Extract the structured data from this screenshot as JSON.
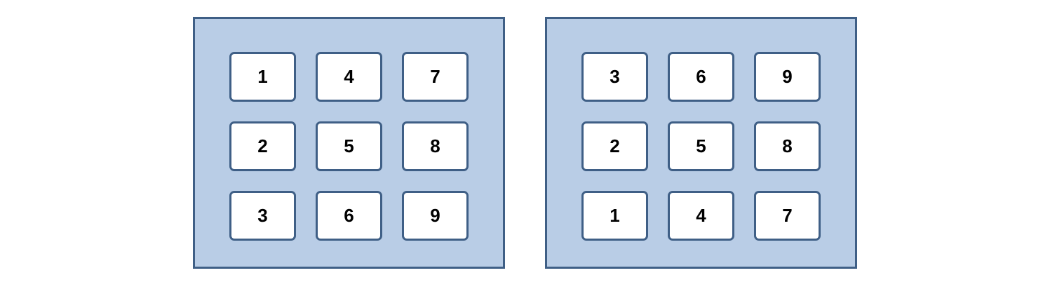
{
  "colors": {
    "panel_fill": "#b9cde6",
    "border": "#3f5f86",
    "key_fill": "#ffffff",
    "text": "#000000"
  },
  "panels": [
    {
      "rows": [
        [
          "1",
          "4",
          "7"
        ],
        [
          "2",
          "5",
          "8"
        ],
        [
          "3",
          "6",
          "9"
        ]
      ]
    },
    {
      "rows": [
        [
          "3",
          "6",
          "9"
        ],
        [
          "2",
          "5",
          "8"
        ],
        [
          "1",
          "4",
          "7"
        ]
      ]
    }
  ]
}
